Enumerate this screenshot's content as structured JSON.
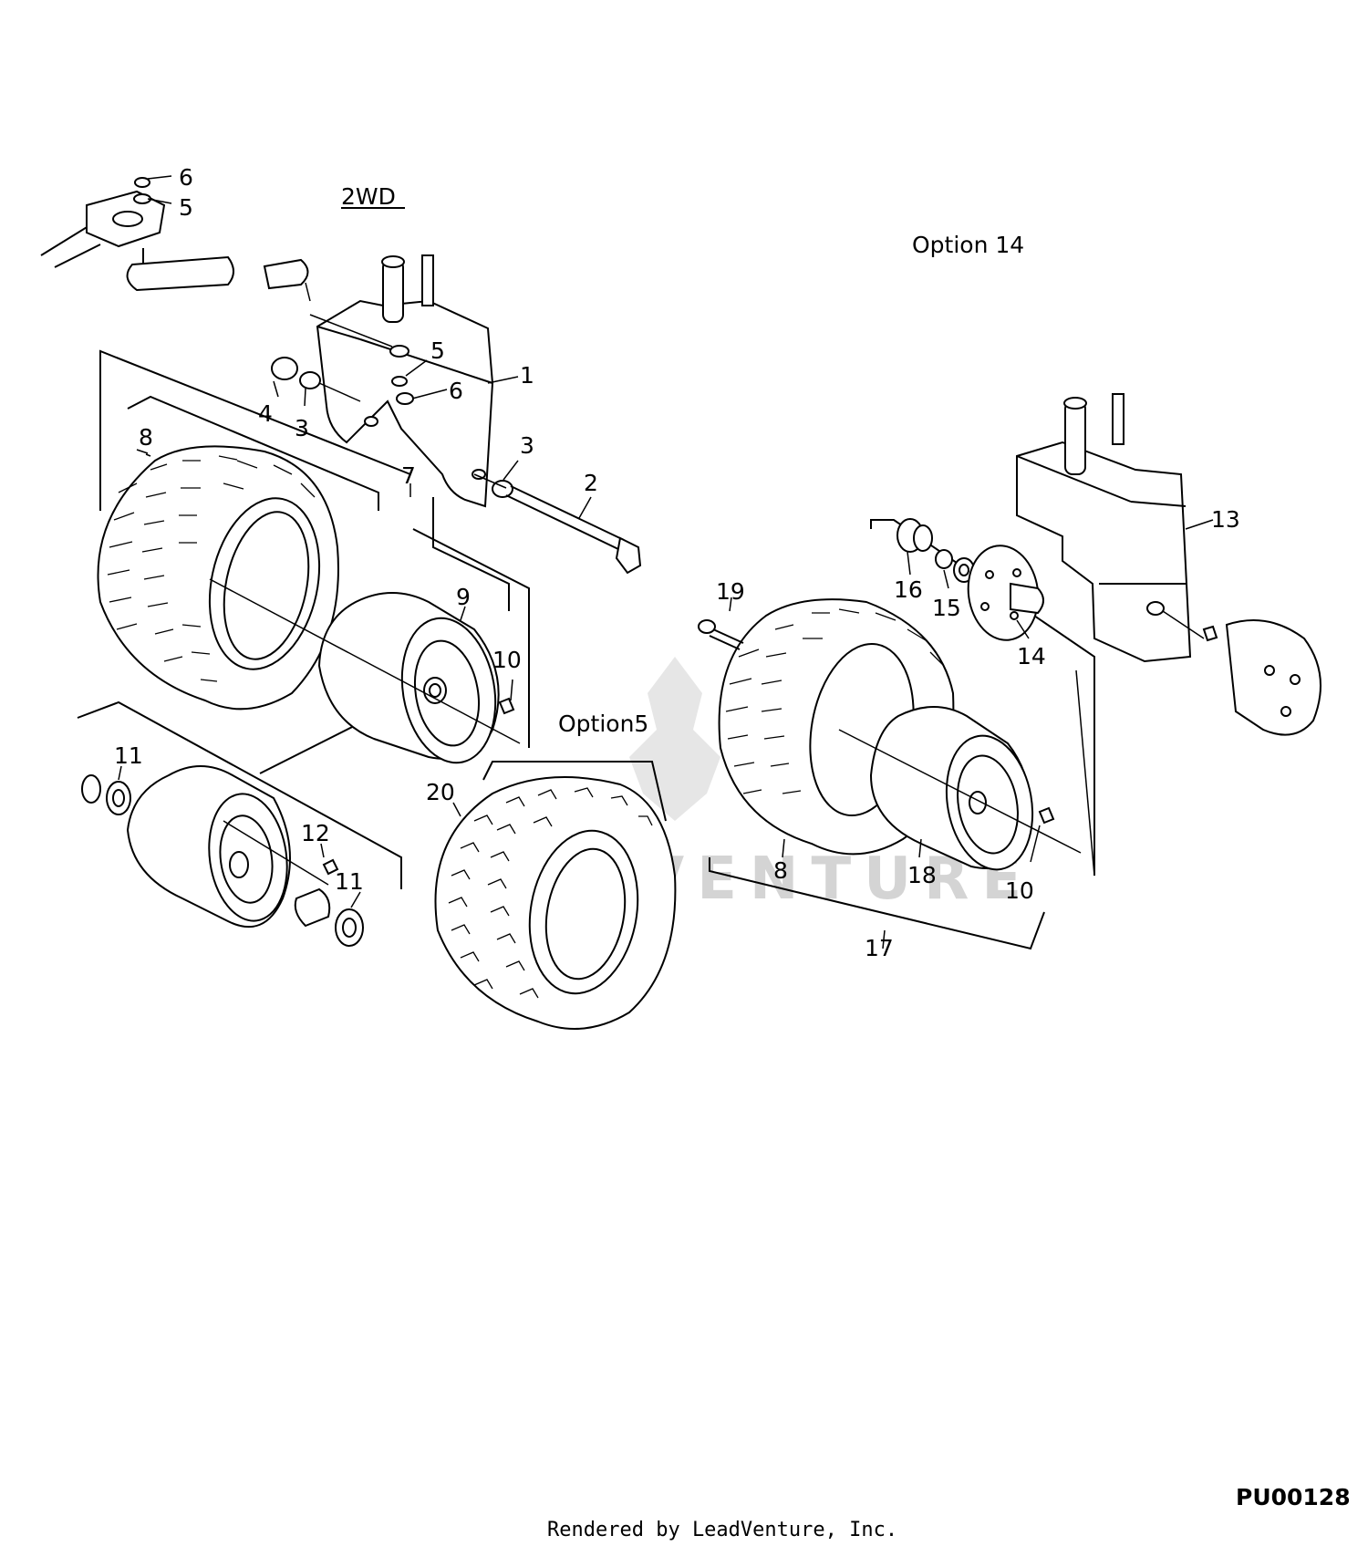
{
  "diagram": {
    "headings": {
      "two_wd": "2WD",
      "option_14": "Option 14",
      "option5": "Option5"
    },
    "callouts": {
      "c1": "1",
      "c2": "2",
      "c3a": "3",
      "c3b": "3",
      "c4": "4",
      "c5a": "5",
      "c5b": "5",
      "c6a": "6",
      "c6b": "6",
      "c7": "7",
      "c8a": "8",
      "c8b": "8",
      "c9": "9",
      "c10a": "10",
      "c10b": "10",
      "c11a": "11",
      "c11b": "11",
      "c12": "12",
      "c13": "13",
      "c14": "14",
      "c15": "15",
      "c16": "16",
      "c17": "17",
      "c18": "18",
      "c19": "19",
      "c20": "20"
    },
    "figure_code": "PU00128",
    "credit": "Rendered by LeadVenture, Inc.",
    "watermark": "ADVENTURE"
  }
}
